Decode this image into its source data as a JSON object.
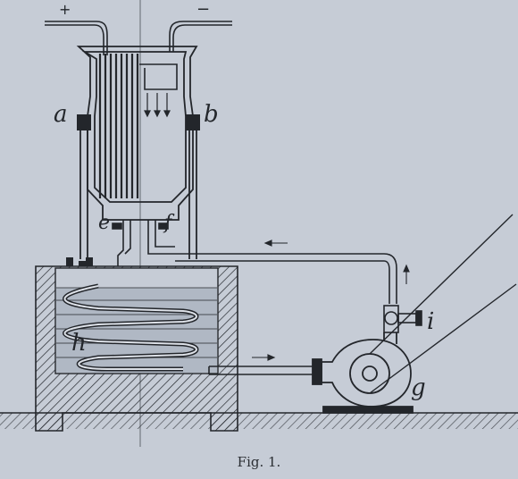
{
  "figure": {
    "caption": "Fig. 1.",
    "terminals": {
      "plus": "+",
      "minus": "−"
    },
    "labels": {
      "a": "a",
      "b": "b",
      "e": "e",
      "f": "f",
      "h": "h",
      "i": "i",
      "g": "g"
    }
  },
  "colors": {
    "background": "#c6ccd6",
    "ink": "#23262b",
    "water": "#9fa8b6"
  }
}
